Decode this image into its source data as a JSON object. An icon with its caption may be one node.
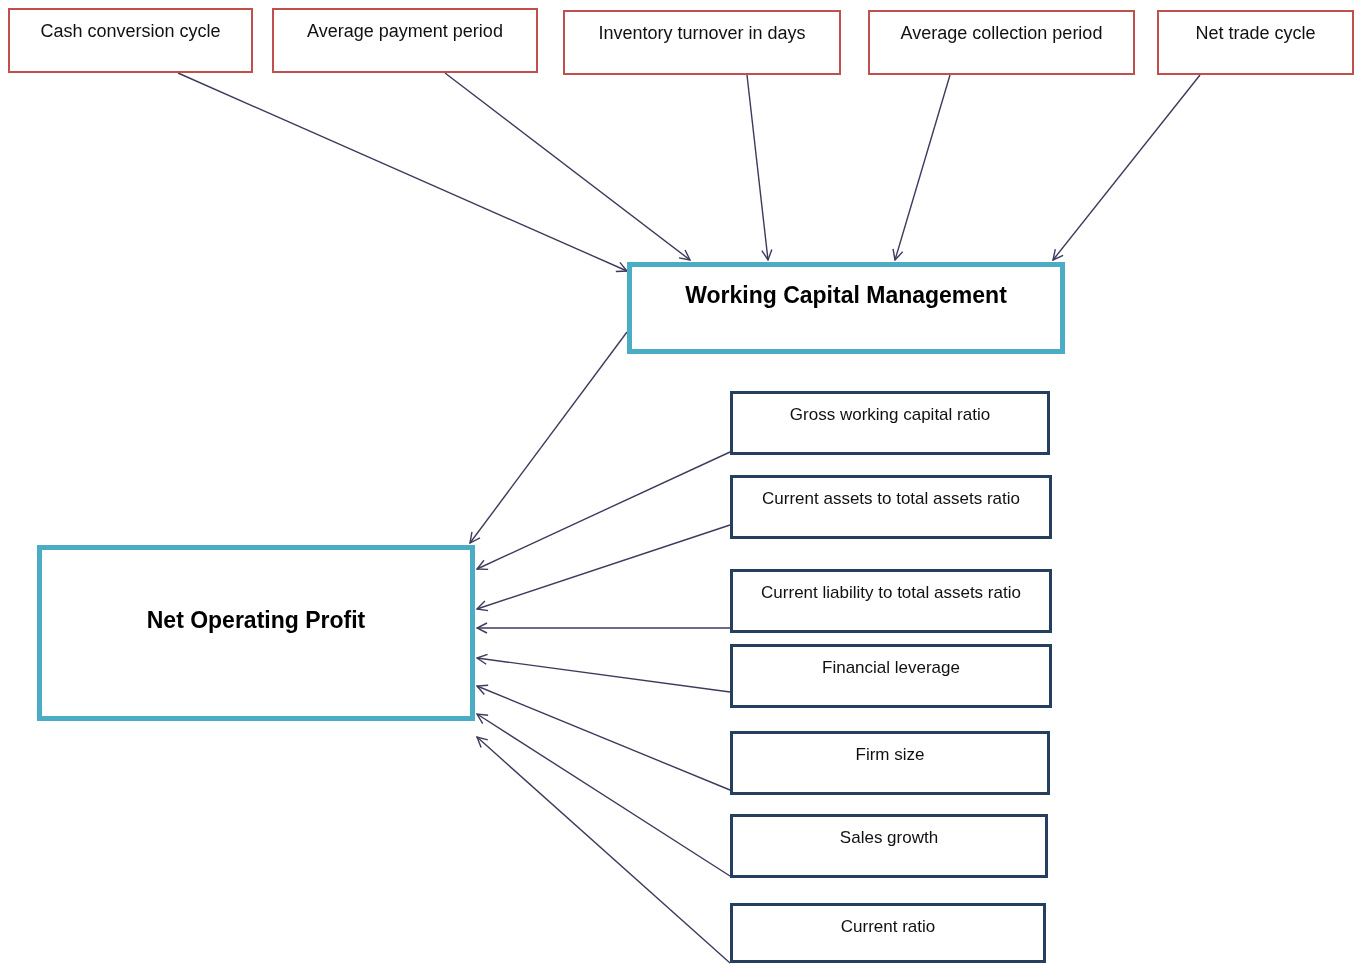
{
  "diagram": {
    "nodes": [
      {
        "text": [
          "Cash conversion cycle"
        ]
      },
      {
        "text": [
          "Average payment period"
        ]
      },
      {
        "text": [
          "Inventory turnover in days"
        ]
      },
      {
        "text": [
          "Average collection period"
        ]
      },
      {
        "text": [
          "Net trade cycle"
        ]
      },
      {
        "text": [
          "Working Capital Management"
        ]
      },
      {
        "text": [
          "Net Operating Profit"
        ]
      },
      {
        "text": [
          "Gross working capital ratio"
        ]
      },
      {
        "text": [
          "Current assets to total assets ratio"
        ]
      },
      {
        "text": [
          "Current liability to total assets ratio"
        ]
      },
      {
        "text": [
          "Financial leverage"
        ]
      },
      {
        "text": [
          "Firm size"
        ]
      },
      {
        "text": [
          "Sales growth"
        ]
      },
      {
        "text": [
          "Current ratio"
        ]
      }
    ],
    "edges": [
      {
        "from": 0,
        "to": 5,
        "arrow": "to"
      },
      {
        "from": 1,
        "to": 5,
        "arrow": "to"
      },
      {
        "from": 2,
        "to": 5,
        "arrow": "to"
      },
      {
        "from": 3,
        "to": 5,
        "arrow": "to"
      },
      {
        "from": 4,
        "to": 5,
        "arrow": "to"
      },
      {
        "from": 5,
        "to": 6,
        "arrow": "to"
      },
      {
        "from": 7,
        "to": 6,
        "arrow": "to"
      },
      {
        "from": 8,
        "to": 6,
        "arrow": "to"
      },
      {
        "from": 9,
        "to": 6,
        "arrow": "to"
      },
      {
        "from": 10,
        "to": 6,
        "arrow": "to"
      },
      {
        "from": 11,
        "to": 6,
        "arrow": "to"
      },
      {
        "from": 12,
        "to": 6,
        "arrow": "to"
      },
      {
        "from": 13,
        "to": 6,
        "arrow": "to"
      }
    ]
  }
}
